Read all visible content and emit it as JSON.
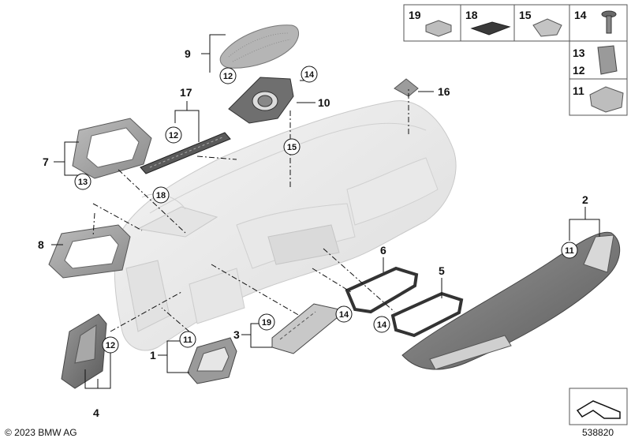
{
  "diagram": {
    "parts": {
      "p1": "1",
      "p2": "2",
      "p3": "3",
      "p4": "4",
      "p5": "5",
      "p6": "6",
      "p7": "7",
      "p8": "8",
      "p9": "9",
      "p10": "10",
      "p11": "11",
      "p12": "12",
      "p13": "13",
      "p14": "14",
      "p15": "15",
      "p16": "16",
      "p17": "17",
      "p18": "18",
      "p19": "19"
    },
    "legend_box": [
      "19",
      "18",
      "15",
      "14",
      "13",
      "12",
      "11"
    ],
    "copyright": "© 2023 BMW AG",
    "diagram_number": "538820"
  }
}
